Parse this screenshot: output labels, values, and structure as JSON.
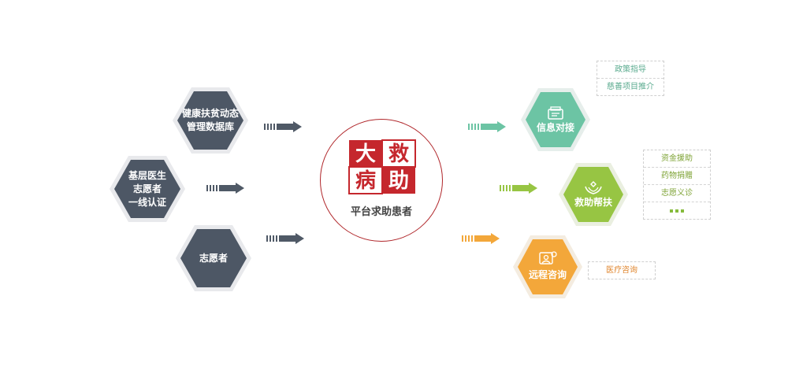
{
  "left_nodes": [
    {
      "lines": [
        "健康扶贫动态",
        "管理数据库"
      ]
    },
    {
      "lines": [
        "基层医生",
        "志愿者",
        "一线认证"
      ]
    },
    {
      "lines": [
        "志愿者"
      ]
    }
  ],
  "center": {
    "logo_chars": [
      "大",
      "救",
      "病",
      "助"
    ],
    "label": "平台求助患者"
  },
  "right_nodes": [
    {
      "label": "信息对接",
      "color": "#6cc4a4",
      "icon": "info-connect-icon"
    },
    {
      "label": "救助帮扶",
      "color": "#97c543",
      "icon": "rescue-hands-icon"
    },
    {
      "label": "远程咨询",
      "color": "#f3a73a",
      "icon": "remote-consult-icon"
    }
  ],
  "tags": {
    "info": [
      "政策指导",
      "慈善项目推介"
    ],
    "rescue": [
      "资金援助",
      "药物捐赠",
      "志愿义诊"
    ],
    "remote": [
      "医疗咨询"
    ]
  },
  "colors": {
    "left_hex": "#4d5765",
    "arrow_dark": "#4f5966",
    "logo_red": "#c5272d",
    "ring": "#b0262a"
  }
}
